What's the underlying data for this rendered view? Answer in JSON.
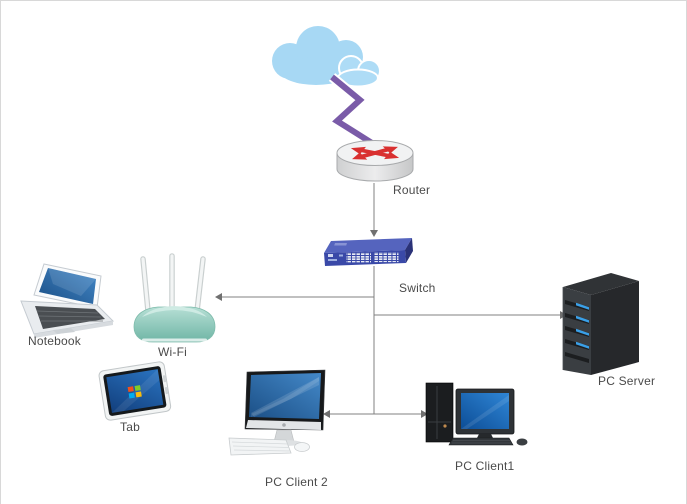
{
  "nodes": {
    "cloud": {
      "label": ""
    },
    "router": {
      "label": "Router"
    },
    "switch": {
      "label": "Switch"
    },
    "notebook": {
      "label": "Notebook"
    },
    "wifi": {
      "label": "Wi-Fi"
    },
    "tab": {
      "label": "Tab"
    },
    "pc_client2": {
      "label": "PC Client 2"
    },
    "pc_client1": {
      "label": "PC Client1"
    },
    "pc_server": {
      "label": "PC Server"
    }
  },
  "connections": [
    {
      "from": "cloud",
      "to": "router",
      "style": "lightning"
    },
    {
      "from": "router",
      "to": "switch",
      "style": "arrow"
    },
    {
      "from": "switch",
      "to": "wifi",
      "style": "arrow"
    },
    {
      "from": "switch",
      "to": "pc_server",
      "style": "arrow"
    },
    {
      "from": "switch",
      "to": "pc_client2",
      "style": "arrow"
    },
    {
      "from": "switch",
      "to": "pc_client1",
      "style": "arrow"
    }
  ],
  "colors": {
    "canvas_bg": "#ffffff",
    "border": "#d8d8d8",
    "connector": "#808080",
    "arrowhead": "#707070",
    "label_text": "#4a4a4a",
    "cloud_blue": "#a7d8f4",
    "lightning_purple": "#7a5ba8",
    "router_body_grey": "#e4e5e6",
    "router_arrow_red": "#d93030",
    "switch_blue_top": "#5564be",
    "switch_blue_front": "#3a49a8",
    "wifi_teal": "#8fcabe",
    "device_screen_blue": "#2a6cad",
    "server_dark": "#3a3e42",
    "server_led_blue": "#3aa0e8"
  }
}
